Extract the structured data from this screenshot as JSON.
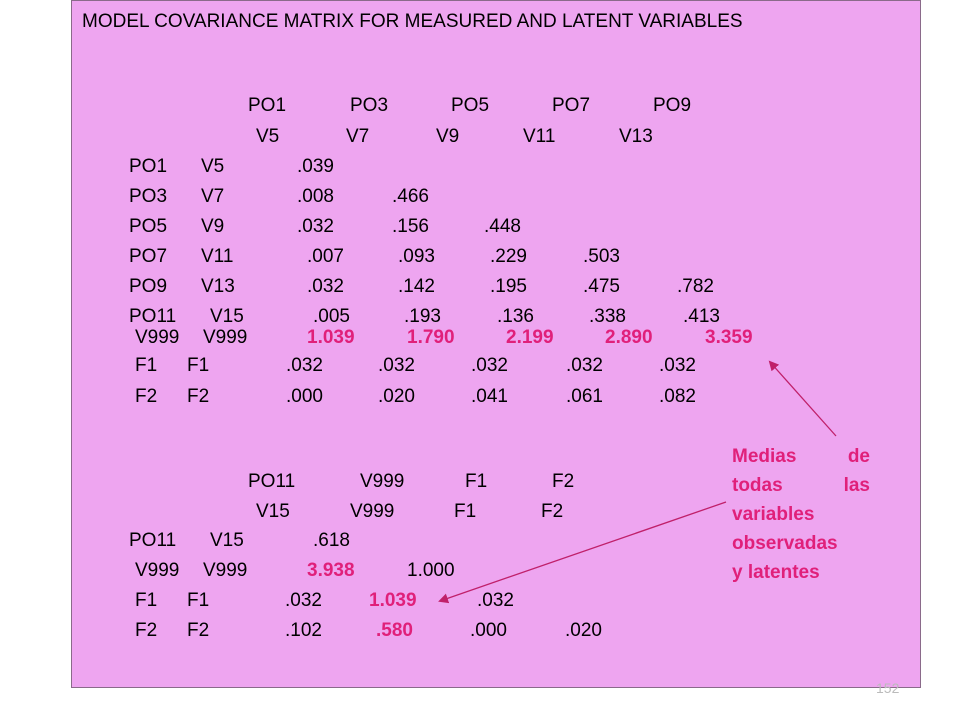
{
  "title": "MODEL COVARIANCE MATRIX FOR MEASURED AND LATENT VARIABLES",
  "matrix1": {
    "header_codes": [
      "PO1",
      "PO3",
      "PO5",
      "PO7",
      "PO9"
    ],
    "header_vars": [
      "V5",
      "V7",
      "V9",
      "V11",
      "V13"
    ],
    "rows": [
      {
        "code": "PO1",
        "var": "V5",
        "values": [
          ".039"
        ]
      },
      {
        "code": "PO3",
        "var": "V7",
        "values": [
          ".008",
          ".466"
        ]
      },
      {
        "code": "PO5",
        "var": "V9",
        "values": [
          ".032",
          ".156",
          ".448"
        ]
      },
      {
        "code": "PO7",
        "var": "V11",
        "values": [
          ".007",
          ".093",
          ".229",
          ".503"
        ]
      },
      {
        "code": "PO9",
        "var": "V13",
        "values": [
          ".032",
          ".142",
          ".195",
          ".475",
          ".782"
        ]
      },
      {
        "code": "PO11",
        "var": "V15",
        "values": [
          ".005",
          ".193",
          ".136",
          ".338",
          ".413"
        ]
      },
      {
        "code": "V999",
        "var": "V999",
        "values": [
          "1.039",
          "1.790",
          "2.199",
          "2.890",
          "3.359"
        ]
      },
      {
        "code": "F1",
        "var": "F1",
        "values": [
          ".032",
          ".032",
          ".032",
          ".032",
          ".032"
        ]
      },
      {
        "code": "F2",
        "var": "F2",
        "values": [
          ".000",
          ".020",
          ".041",
          ".061",
          ".082"
        ]
      }
    ]
  },
  "matrix2": {
    "header_codes": [
      "PO11",
      "V999",
      "F1",
      "F2"
    ],
    "header_vars": [
      "V15",
      "V999",
      "F1",
      "F2"
    ],
    "rows": [
      {
        "code": "PO11",
        "var": "V15",
        "values": [
          ".618"
        ]
      },
      {
        "code": "V999",
        "var": "V999",
        "values": [
          "3.938",
          "1.000"
        ]
      },
      {
        "code": "F1",
        "var": "F1",
        "values": [
          ".032",
          "1.039",
          ".032"
        ]
      },
      {
        "code": "F2",
        "var": "F2",
        "values": [
          ".102",
          ".580",
          ".000",
          ".020"
        ]
      }
    ]
  },
  "annotation": {
    "lines": [
      [
        "Medias",
        "de"
      ],
      [
        "todas",
        "las"
      ],
      [
        "variables"
      ],
      [
        "observadas"
      ],
      [
        "y latentes"
      ]
    ]
  },
  "page_number": "152",
  "colors": {
    "panel": "#eea5f0",
    "highlight": "#e0207a",
    "text": "#000000"
  }
}
